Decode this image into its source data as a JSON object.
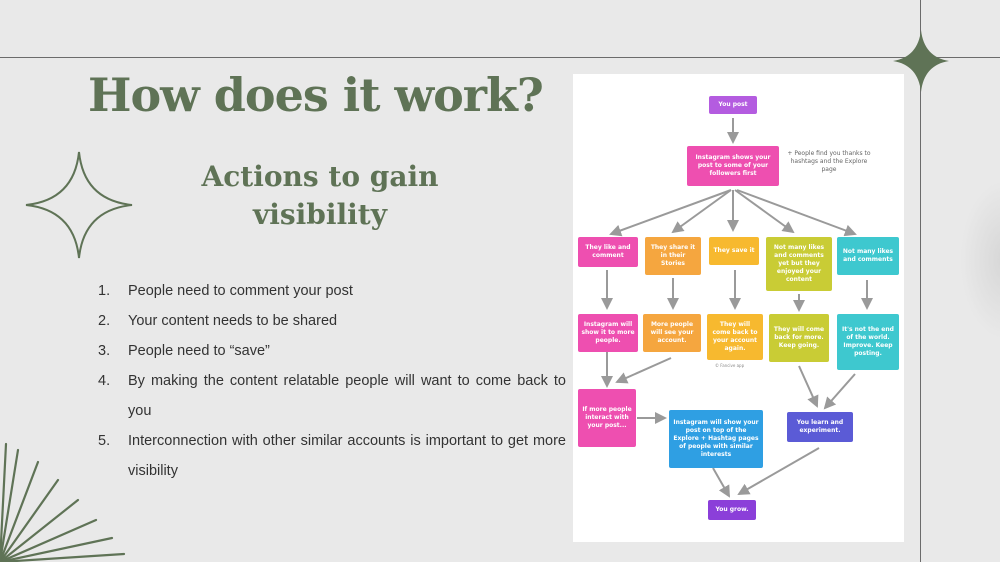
{
  "title": "How does it work?",
  "subtitle": "Actions to gain visibility",
  "points": [
    {
      "num": "1.",
      "text": "People need to comment your post"
    },
    {
      "num": "2.",
      "text": "Your content needs to be shared"
    },
    {
      "num": "3.",
      "text": "People need to “save”"
    },
    {
      "num": "4.",
      "text": "By making the content relatable people will want to come back to you"
    },
    {
      "num": "5.",
      "text": "Interconnection with other similar accounts is important to get more visibility"
    }
  ],
  "colors": {
    "heading": "#5f7356",
    "purple": "#b45ce0",
    "pink": "#ee4fb0",
    "orange": "#f5a63f",
    "yellow": "#f7b92f",
    "olive": "#c9cc35",
    "teal": "#3ec8cf",
    "blue": "#2f9fe3",
    "indigo": "#5b5bd6",
    "violet": "#8b3fd9"
  },
  "flowchart": {
    "start": "You post",
    "shown_first": "Instagram shows your post to some of your followers first",
    "side_note": "+ People find you thanks to hashtags and the Explore page",
    "reactions": [
      "They like and comment",
      "They share it in their Stories",
      "They save it",
      "Not many likes and comments yet but they enjoyed your content",
      "Not many likes and comments"
    ],
    "outcomes": [
      "Instagram will show it to more people.",
      "More people will see your account.",
      "They will come back to your account again.",
      "They will come back for more. Keep going.",
      "It's not the end of the world. Improve. Keep posting."
    ],
    "credit": "© Fancive app",
    "interact": "If more people interact with your post...",
    "explore": "Instagram will show your post on top of the Explore + Hashtag pages of people with similar interests",
    "learn": "You learn and experiment.",
    "end": "You grow."
  }
}
